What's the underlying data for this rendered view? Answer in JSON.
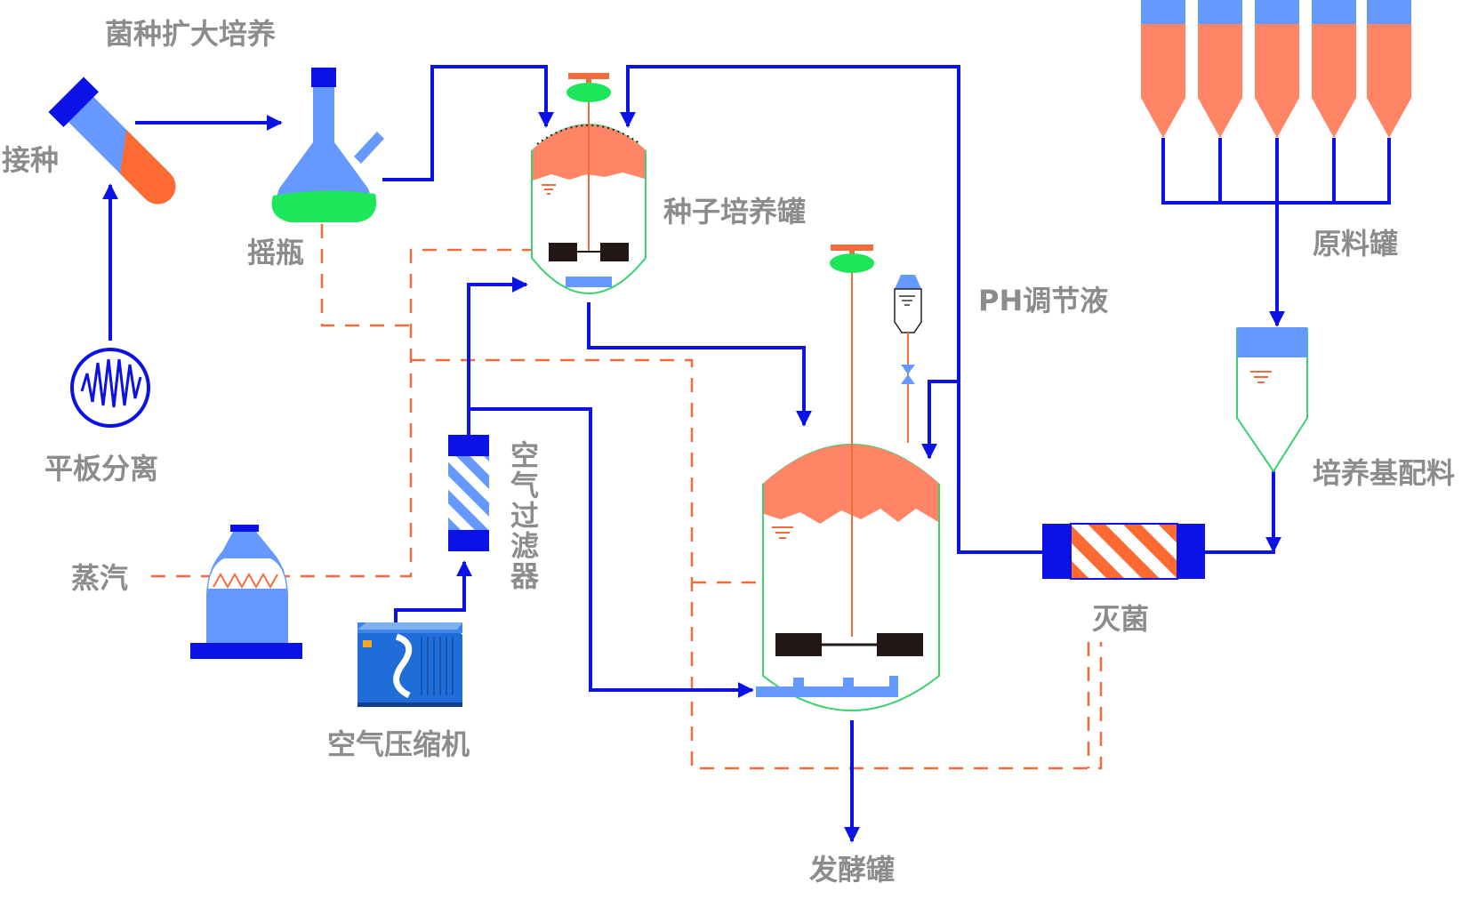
{
  "labels": {
    "strain_expansion": "菌种扩大培养",
    "inoculation": "接种",
    "plate_isolation": "平板分离",
    "shake_flask": "摇瓶",
    "seed_tank": "种子培养罐",
    "ph_solution": "PH调节液",
    "raw_material_tank": "原料罐",
    "medium_mixing": "培养基配料",
    "air_filter": "空气过滤器",
    "steam": "蒸汽",
    "air_compressor": "空气压缩机",
    "sterilization": "灭菌",
    "fermenter": "发酵罐"
  },
  "colors": {
    "process_line": "#0a12e6",
    "steam_line": "#f26b3a",
    "vessel_fill": "#6699ff",
    "broth": "#ff8566",
    "culture_green": "#1ee65a",
    "vessel_outline": "#3cd070",
    "label_gray": "#8c8c8c",
    "impeller": "#231816"
  }
}
